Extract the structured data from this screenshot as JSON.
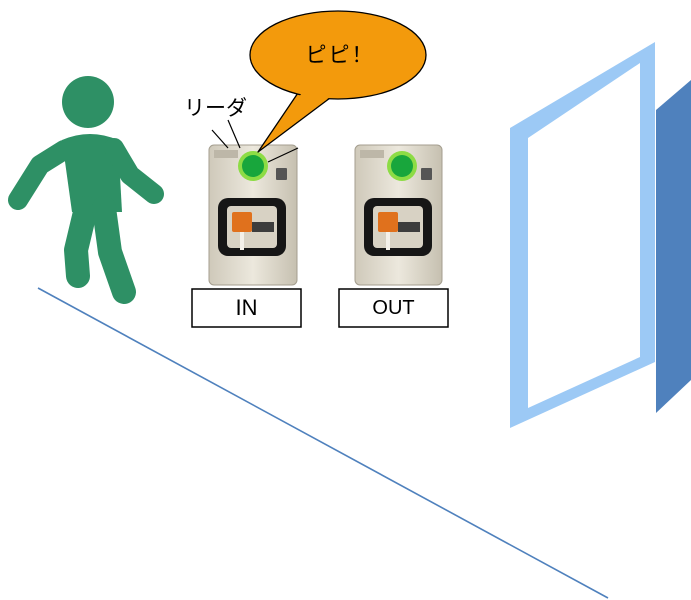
{
  "callout": {
    "text": "ピピ！"
  },
  "reader_label": "リーダ",
  "readers": [
    {
      "label": "IN",
      "led": "on"
    },
    {
      "label": "OUT",
      "led": "on"
    }
  ],
  "colors": {
    "person": "#2e9065",
    "callout_fill": "#f39a0c",
    "led": "#18a63c",
    "led_ring": "#8ddc45",
    "door_frame": "#9cc9f5",
    "door_panel": "#4f81bd",
    "floor_line": "#4f81bd"
  }
}
